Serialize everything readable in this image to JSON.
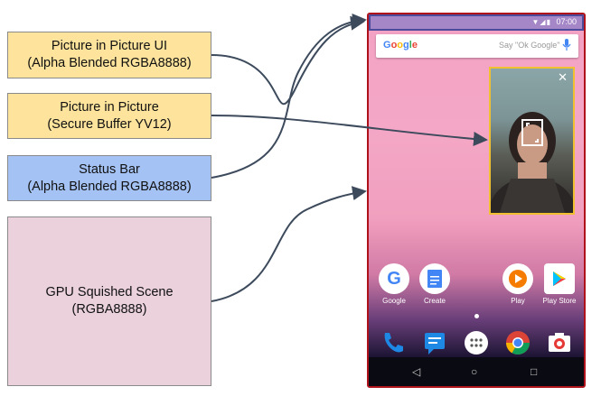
{
  "labels": [
    {
      "line1": "Picture in Picture UI",
      "line2": "(Alpha Blended RGBA8888)"
    },
    {
      "line1": "Picture in Picture",
      "line2": "(Secure Buffer YV12)"
    },
    {
      "line1": "Status Bar",
      "line2": "(Alpha Blended RGBA8888)"
    },
    {
      "line1": "GPU Squished Scene",
      "line2": "(RGBA8888)"
    }
  ],
  "phone": {
    "status_time": "07:00",
    "search_logo": "Google",
    "search_hint": "Say \"Ok Google\"",
    "apps": [
      {
        "label": "Google",
        "icon": "google-app-icon"
      },
      {
        "label": "Create",
        "icon": "docs-app-icon"
      },
      {
        "label": "Play",
        "icon": "play-music-icon"
      },
      {
        "label": "Play Store",
        "icon": "play-store-icon"
      }
    ],
    "dock": [
      "phone-icon",
      "messages-icon",
      "app-drawer-icon",
      "chrome-icon",
      "camera-icon"
    ],
    "nav": [
      "back-icon",
      "home-icon",
      "recents-icon"
    ]
  },
  "colors": {
    "yellow_box": "#fde39c",
    "blue_box": "#a4c2f4",
    "pink_box": "#ead1dc",
    "phone_border": "#b0121b",
    "pip_border": "#f0c030",
    "arrow": "#3c4a5c"
  }
}
